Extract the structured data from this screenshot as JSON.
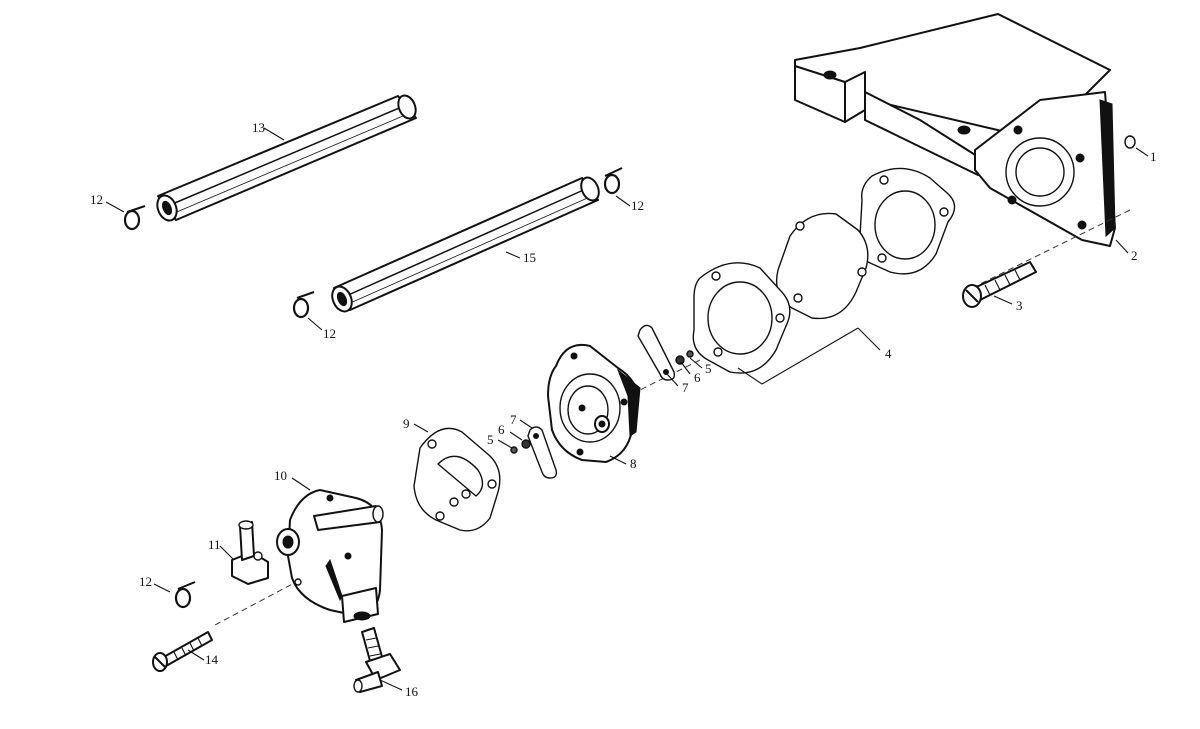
{
  "diagram": {
    "type": "exploded-parts-view",
    "callouts": {
      "c1": "1",
      "c2": "2",
      "c3": "3",
      "c4": "4",
      "c5a": "5",
      "c5b": "5",
      "c6a": "6",
      "c6b": "6",
      "c7a": "7",
      "c7b": "7",
      "c8": "8",
      "c9": "9",
      "c10": "10",
      "c11": "11",
      "c12a": "12",
      "c12b": "12",
      "c12c": "12",
      "c12d": "12",
      "c13": "13",
      "c14": "14",
      "c15": "15",
      "c16": "16"
    },
    "parts": [
      "washer",
      "mounting-bracket",
      "screw",
      "gasket-set",
      "lock-washer",
      "washer",
      "link",
      "pump-body",
      "gasket",
      "pump-cover",
      "elbow-fitting",
      "hose-clamp",
      "hose",
      "screw",
      "hose",
      "elbow-fitting"
    ]
  }
}
